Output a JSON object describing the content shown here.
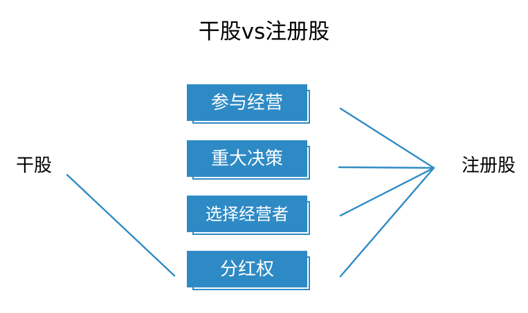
{
  "diagram": {
    "title": "干股vs注册股",
    "left_label": "干股",
    "right_label": "注册股",
    "nodes": [
      {
        "label": "参与经营"
      },
      {
        "label": "重大决策"
      },
      {
        "label": "选择经营者"
      },
      {
        "label": "分红权"
      }
    ],
    "colors": {
      "node_fill": "#2E8AC5",
      "node_outline": "#2E8AC5",
      "node_text": "#FFFFFF",
      "connector": "#2E8AC5",
      "label_text": "#000000",
      "background": "#FFFFFF"
    },
    "connectors": [
      {
        "from": "left_label",
        "to": "node-3"
      },
      {
        "from": "node-0",
        "to": "right_label"
      },
      {
        "from": "node-1",
        "to": "right_label"
      },
      {
        "from": "node-2",
        "to": "right_label"
      },
      {
        "from": "node-3",
        "to": "right_label"
      }
    ]
  }
}
